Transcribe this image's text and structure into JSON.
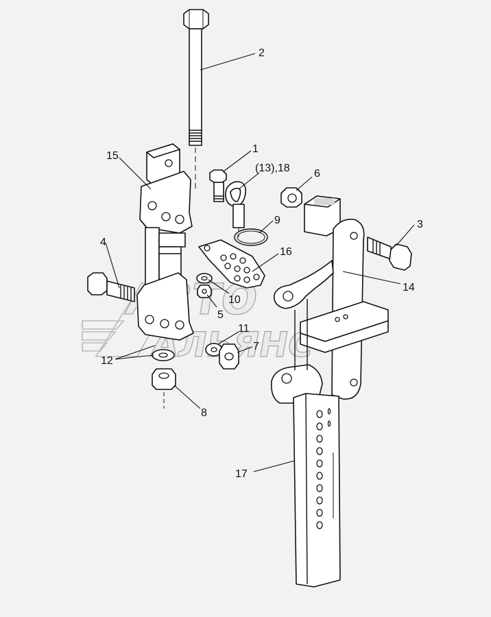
{
  "watermark": {
    "line1": "АВТО",
    "line2": "АЛЬЯНС"
  },
  "labels": {
    "p1": "1",
    "p2": "2",
    "p3": "3",
    "p4": "4",
    "p5": "5",
    "p6": "6",
    "p7": "7",
    "p8": "8",
    "p9": "9",
    "p10": "10",
    "p11": "11",
    "p12": "12",
    "p13_18": "(13),18",
    "p14": "14",
    "p15": "15",
    "p16": "16",
    "p17": "17"
  }
}
